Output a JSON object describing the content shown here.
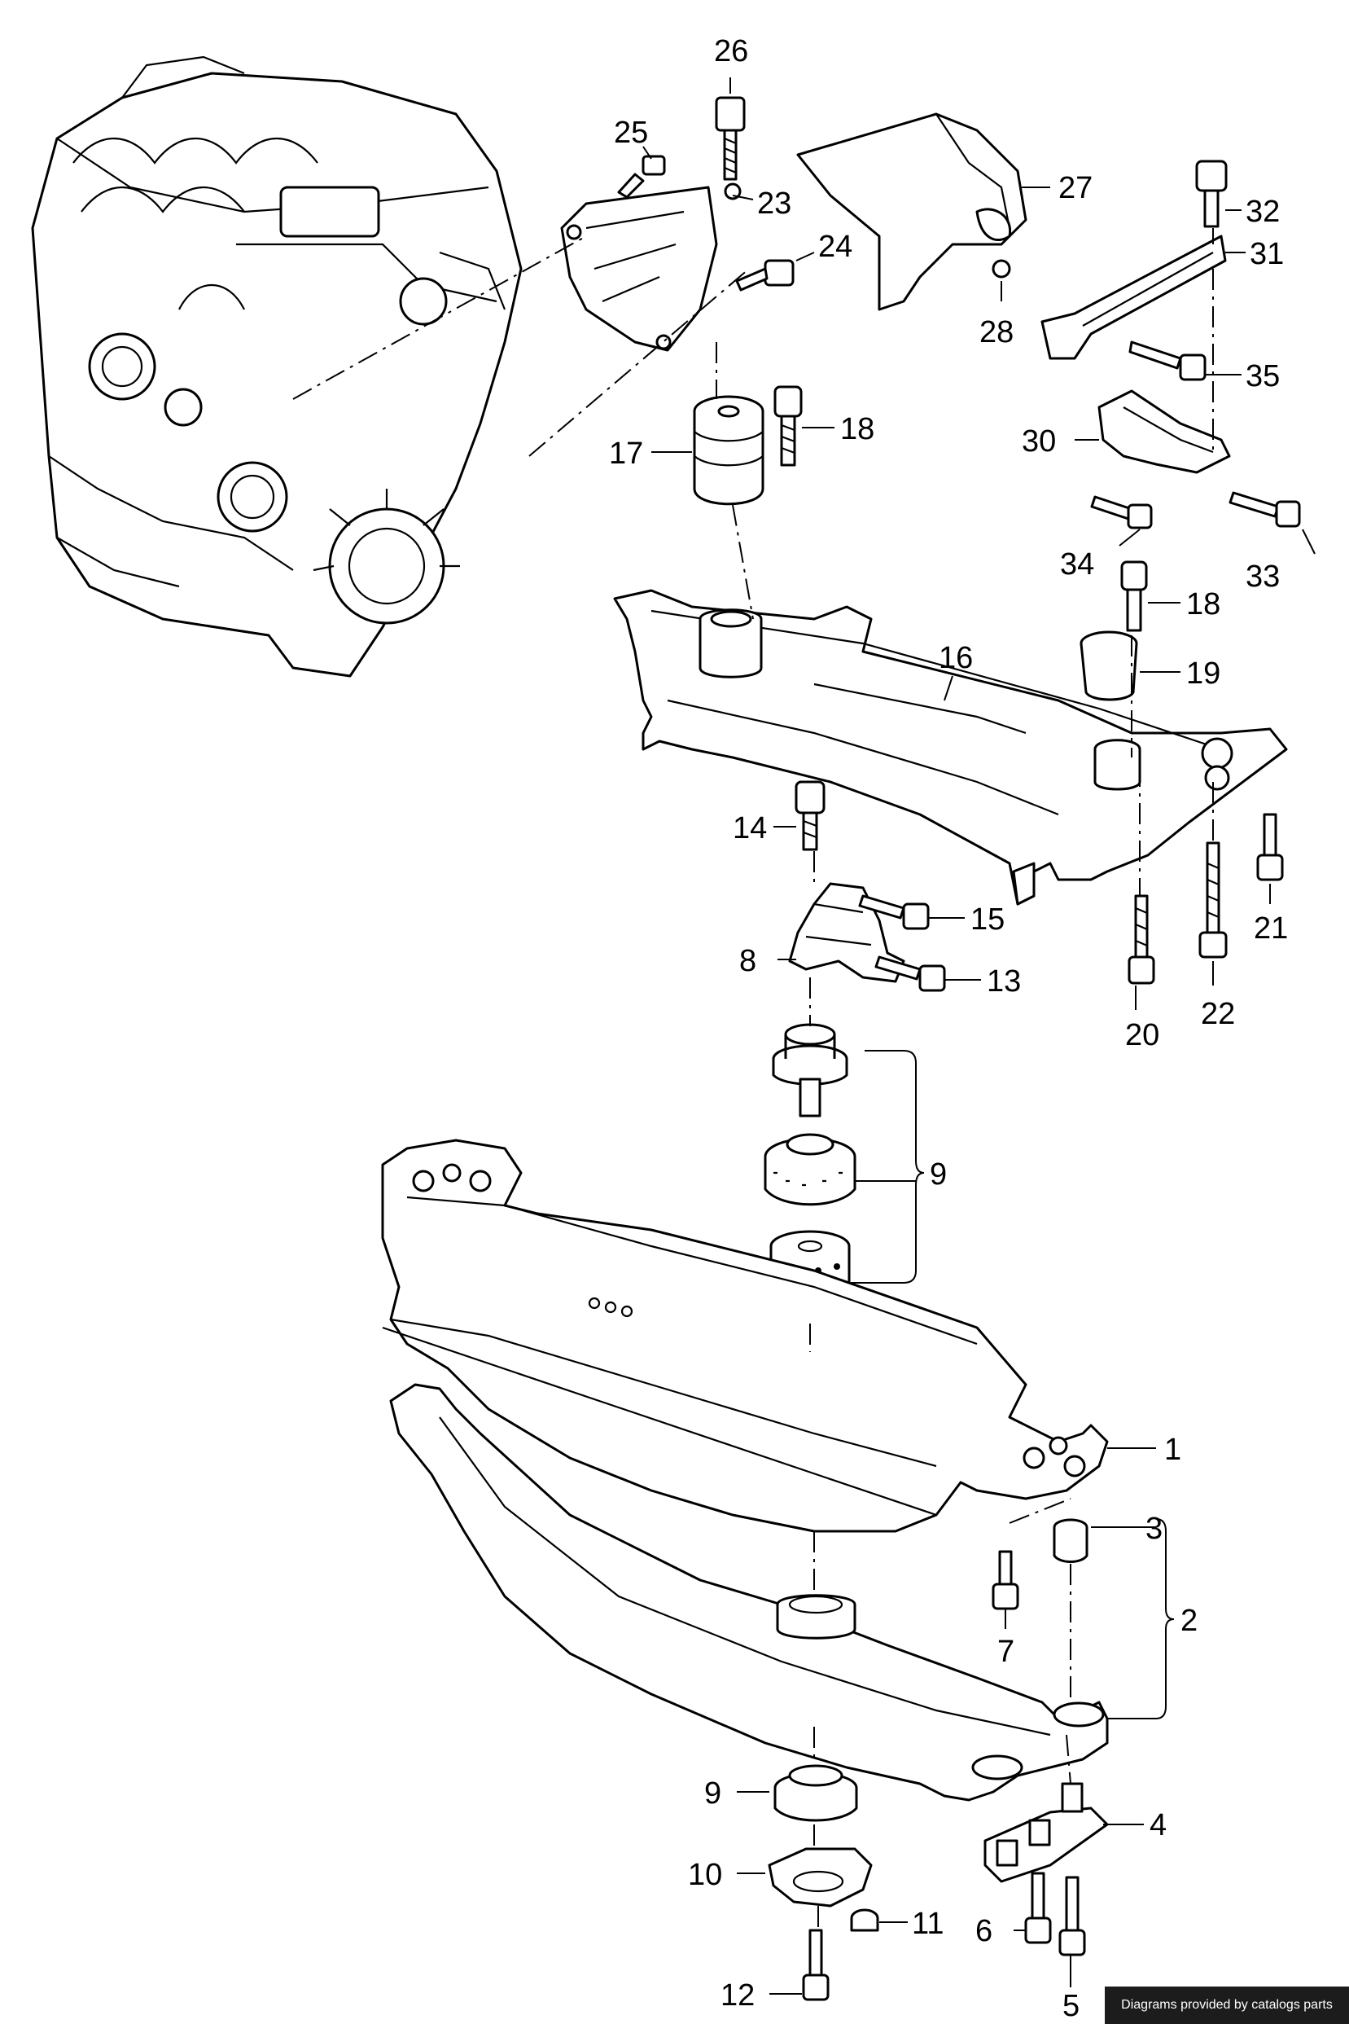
{
  "callouts": [
    "1",
    "2",
    "3",
    "4",
    "5",
    "6",
    "7",
    "8",
    "9",
    "9",
    "10",
    "11",
    "12",
    "13",
    "14",
    "15",
    "16",
    "17",
    "18",
    "18",
    "19",
    "20",
    "21",
    "22",
    "23",
    "24",
    "25",
    "26",
    "27",
    "28",
    "30",
    "31",
    "32",
    "33",
    "34",
    "35"
  ],
  "footer": {
    "text": "Diagrams provided by catalogs parts"
  }
}
